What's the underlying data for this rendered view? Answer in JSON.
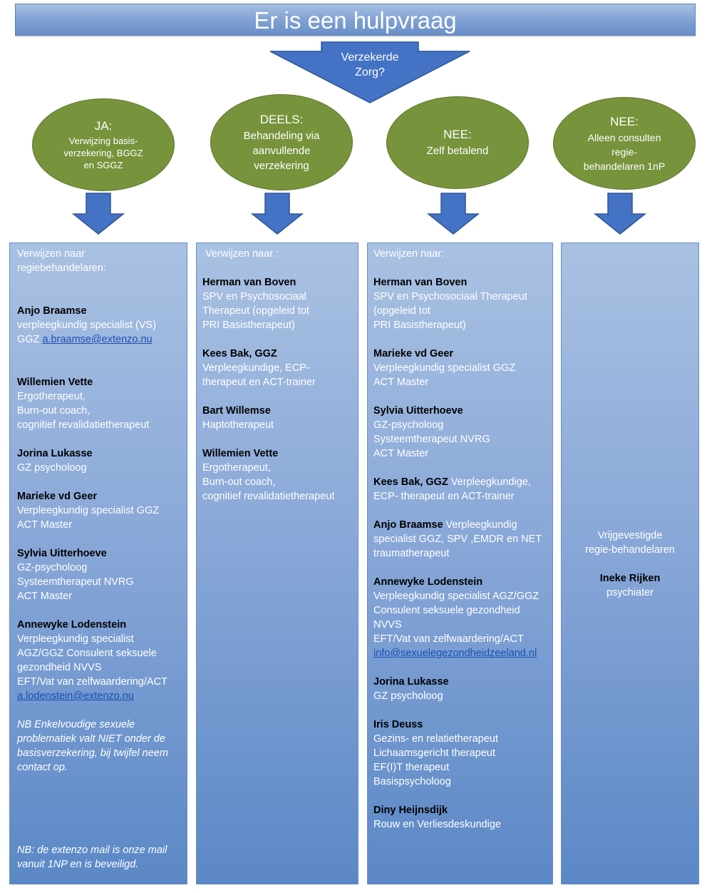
{
  "header": {
    "title": "Er is een hulpvraag"
  },
  "question": {
    "line1": "Verzekerde",
    "line2": "Zorg?"
  },
  "colors": {
    "header": "#7d9fd2",
    "oval": "#77933c",
    "arrow": "#4472c4",
    "column": "#8aa8d8",
    "name": "#000000",
    "link": "#1a4fb3"
  },
  "ovals": [
    {
      "title": "JA:",
      "lines": [
        "Verwijzing basis-",
        "verzekering, BGGZ",
        "en SGGZ"
      ]
    },
    {
      "title": "DEELS:",
      "lines": [
        "Behandeling via",
        "aanvullende",
        "verzekering"
      ]
    },
    {
      "title": "NEE:",
      "lines": [
        "Zelf betalend"
      ]
    },
    {
      "title": "NEE:",
      "lines": [
        "Alleen consulten",
        "regie-",
        "behandelaren 1nP"
      ]
    }
  ],
  "col1": {
    "intro": [
      "Verwijzen naar",
      "regiebehandelaren:"
    ],
    "entries": [
      {
        "name": "Anjo Braamse",
        "lines": [
          "verpleegkundig specialist (VS)"
        ],
        "extra_prefix": "GGZ ",
        "link": "a.braamse@extenzo.nu"
      },
      {
        "name": "Willemien Vette",
        "lines": [
          "Ergotherapeut,",
          "Burn-out coach,",
          "cognitief revalidatietherapeut"
        ]
      },
      {
        "name": "Jorina Lukasse",
        "lines": [
          "GZ psycholoog"
        ]
      },
      {
        "name": "Marieke vd Geer",
        "lines": [
          "Verpleegkundig specialist GGZ",
          "ACT Master"
        ]
      },
      {
        "name": "Sylvia Uitterhoeve",
        "lines": [
          "GZ-psycholoog",
          "Systeemtherapeut NVRG",
          "ACT Master"
        ]
      },
      {
        "name": "Annewyke Lodenstein",
        "lines": [
          "Verpleegkundig specialist",
          "AGZ/GGZ Consulent seksuele",
          "gezondheid NVVS",
          "EFT/Vat van zelfwaardering/ACT"
        ],
        "link": "a.lodenstein@extenzo.nu"
      }
    ],
    "note1": [
      "NB Enkelvoudige sexuele",
      "problematiek valt NIET onder de",
      "basisverzekering, bij twijfel neem",
      "contact op."
    ],
    "note2": [
      "NB: de extenzo mail is onze mail",
      "vanuit 1NP en is beveiligd."
    ]
  },
  "col2": {
    "intro": "Verwijzen naar :",
    "entries": [
      {
        "name": "Herman van Boven",
        "lines": [
          "SPV en Psychosociaal",
          "Therapeut (opgeleid tot",
          "PRI Basistherapeut)"
        ]
      },
      {
        "name": "Kees Bak, GGZ",
        "lines": [
          "Verpleegkundige, ECP-",
          "therapeut  en ACT-trainer"
        ]
      },
      {
        "name": "Bart Willemse",
        "lines": [
          "Haptotherapeut"
        ]
      },
      {
        "name": "Willemien Vette",
        "lines": [
          "Ergotherapeut,",
          "Burn-out coach,",
          "cognitief revalidatietherapeut"
        ]
      }
    ]
  },
  "col3": {
    "intro": "Verwijzen naar:",
    "entries": [
      {
        "name": "Herman  van Boven",
        "lines": [
          "SPV en  Psychosociaal Therapeut",
          "(opgeleid tot",
          "PRI Basistherapeut)"
        ]
      },
      {
        "name": "Marieke vd Geer",
        "lines": [
          "Verpleegkundig specialist GGZ",
          "ACT Master"
        ]
      },
      {
        "name": "Sylvia Uitterhoeve",
        "lines": [
          "GZ-psycholoog",
          "Systeemtherapeut NVRG",
          "ACT Master"
        ]
      },
      {
        "name": "Kees Bak, GGZ",
        "inline": " Verpleegkundige,",
        "lines": [
          "ECP- therapeut  en ACT-trainer"
        ]
      },
      {
        "name": "Anjo Braamse",
        "inline": " Verpleegkundig",
        "lines": [
          "specialist GGZ, SPV ,EMDR en NET",
          "traumatherapeut"
        ]
      },
      {
        "name": "Annewyke Lodenstein",
        "lines": [
          "Verpleegkundig specialist AGZ/GGZ",
          "Consulent seksuele gezondheid",
          "NVVS",
          "EFT/Vat van zelfwaardering/ACT"
        ],
        "link": "info@sexuelegezondheidzeeland.nl"
      },
      {
        "name": "Jorina Lukasse",
        "lines": [
          "GZ psycholoog"
        ]
      },
      {
        "name": "Iris Deuss",
        "lines": [
          "Gezins- en relatietherapeut",
          "Lichaamsgericht therapeut",
          "EF(I)T therapeut",
          "Basispsycholoog"
        ]
      },
      {
        "name": "Diny Heijnsdijk",
        "lines": [
          "Rouw en Verliesdeskundige"
        ]
      }
    ]
  },
  "col4": {
    "lines": [
      "Vrijgevestigde",
      "regie-behandelaren"
    ],
    "name": "Ineke Rijken",
    "role": "psychiater"
  }
}
